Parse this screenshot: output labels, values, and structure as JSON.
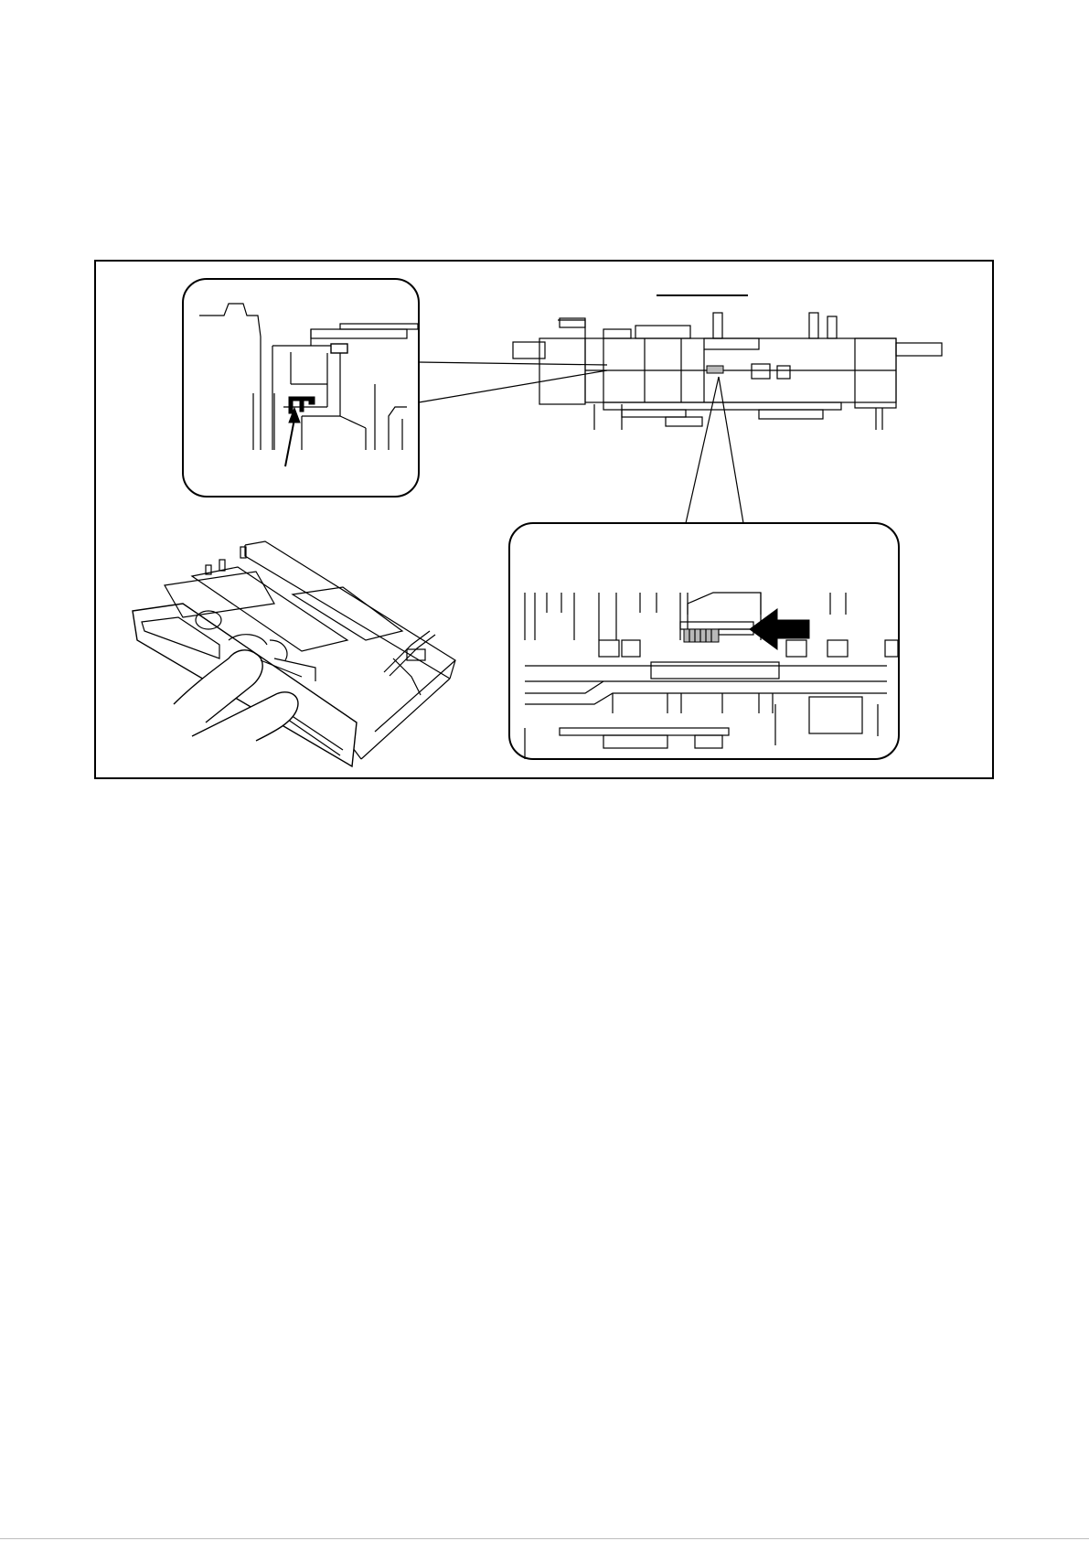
{
  "figure": {
    "frame_color": "#000000",
    "background": "#ffffff",
    "panels": [
      {
        "id": "detail-clip-inset",
        "kind": "callout-magnified-view"
      },
      {
        "id": "side-view-mechanism",
        "kind": "side-elevation"
      },
      {
        "id": "isometric-unit-with-hands",
        "kind": "perspective-view"
      },
      {
        "id": "detail-connector-inset",
        "kind": "callout-magnified-view"
      }
    ],
    "icons": {
      "pointer_arrow": "arrow-up-icon",
      "push_arrow": "arrow-left-bold-icon"
    }
  }
}
